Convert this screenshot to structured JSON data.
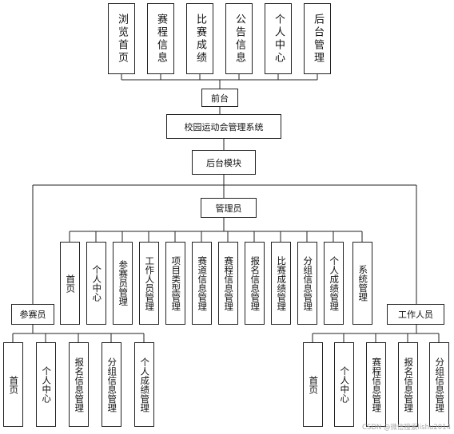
{
  "frontend": {
    "items": [
      "浏览首页",
      "赛程信息",
      "比赛成绩",
      "公告信息",
      "个人中心",
      "后台管理"
    ],
    "label": "前台"
  },
  "system_title": "校园运动会管理系统",
  "backend_module": "后台模块",
  "admin": {
    "label": "管理员",
    "items": [
      "首页",
      "个人中心",
      "参赛员管理",
      "工作人员管理",
      "项目类型管理",
      "赛道信息管理",
      "赛程信息管理",
      "报名信息管理",
      "比赛成绩管理",
      "分组信息管理",
      "个人成绩管理",
      "系统管理"
    ]
  },
  "participant": {
    "label": "参赛员",
    "items": [
      "首页",
      "个人中心",
      "报名信息管理",
      "分组信息管理",
      "个人成绩管理"
    ]
  },
  "staff": {
    "label": "工作人员",
    "items": [
      "首页",
      "个人中心",
      "赛程信息管理",
      "报名信息管理",
      "分组信息管理"
    ]
  },
  "watermark": "CSDN @微信搜索lishu2014"
}
